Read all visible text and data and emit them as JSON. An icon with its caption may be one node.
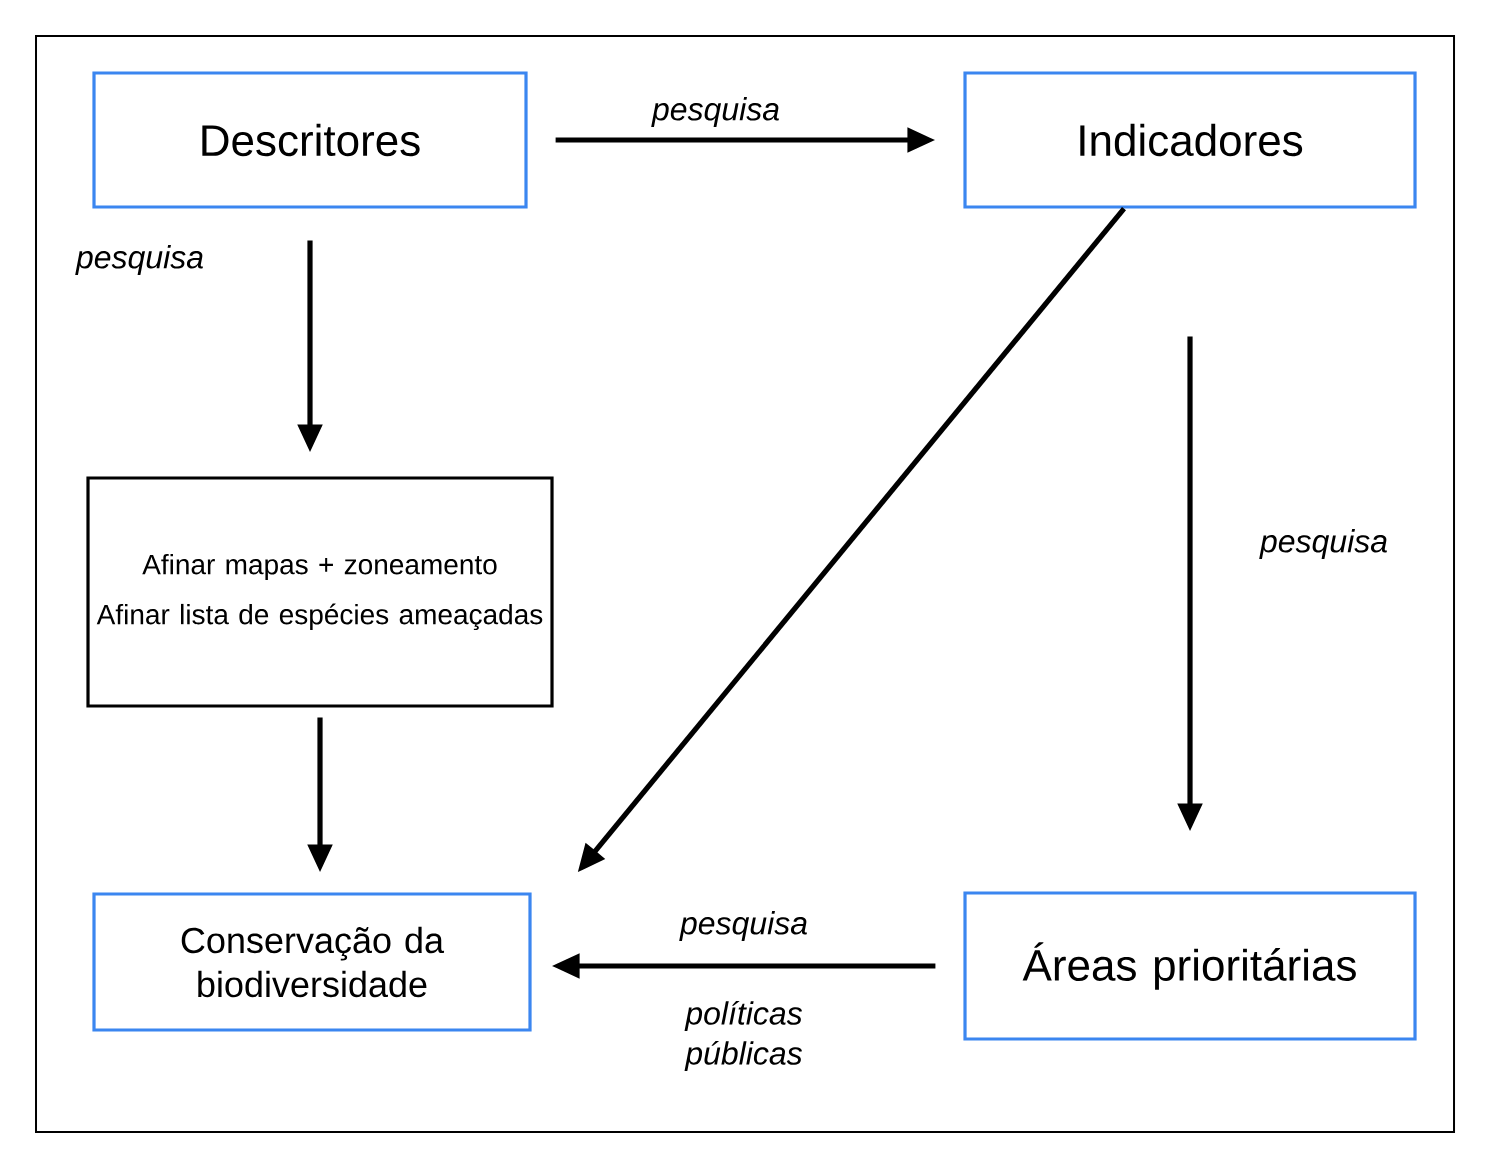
{
  "diagram": {
    "nodes": [
      {
        "text": [
          "Descritores"
        ]
      },
      {
        "text": [
          "Indicadores"
        ]
      },
      {
        "text": [
          "Afinar mapas + zoneamento",
          "Afinar lista de espécies ameaçadas"
        ]
      },
      {
        "text": [
          "Conservação da biodiversidade"
        ]
      },
      {
        "text": [
          "Áreas prioritárias"
        ]
      }
    ],
    "edges": [
      {
        "from": 0,
        "to": 1,
        "arrow": "to",
        "label": "pesquisa"
      },
      {
        "from": 0,
        "to": 2,
        "arrow": "to",
        "label": "pesquisa"
      },
      {
        "from": 2,
        "to": 3,
        "arrow": "to"
      },
      {
        "from": 1,
        "to": 3,
        "arrow": "to"
      },
      {
        "from": 1,
        "to": 4,
        "arrow": "to",
        "label": "pesquisa"
      },
      {
        "from": 4,
        "to": 3,
        "arrow": "to",
        "label": "pesquisa"
      }
    ],
    "labels": [
      "políticas públicas"
    ]
  }
}
